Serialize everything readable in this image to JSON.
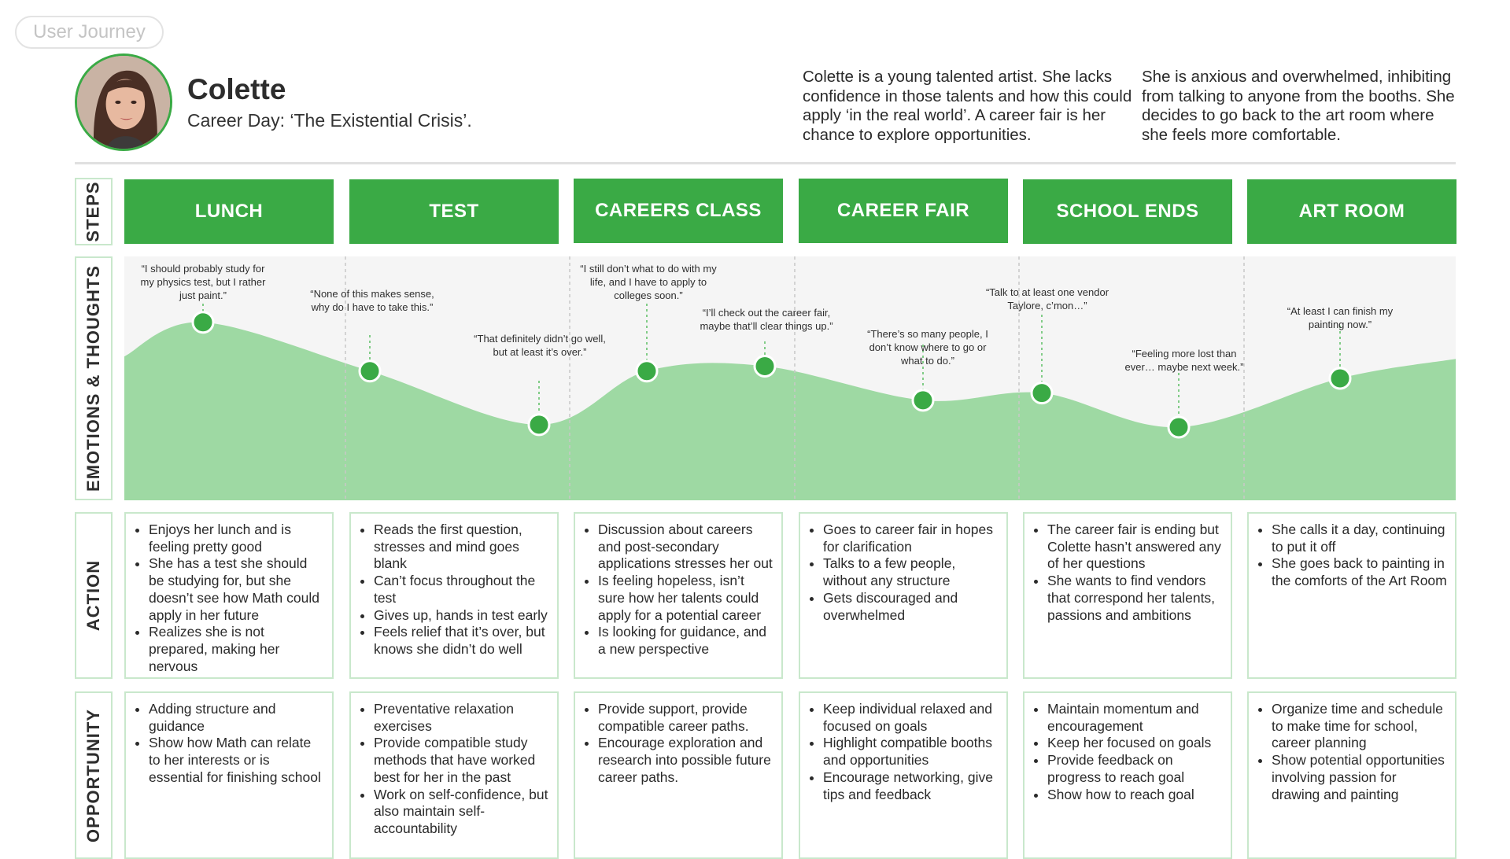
{
  "tag": "User Journey",
  "persona": {
    "name": "Colette",
    "subtitle": "Career Day: ‘The Existential Crisis’.",
    "intro_1": "Colette is a young talented artist. She lacks confidence in those talents and how this could apply ‘in the real world’. A career fair is her chance to explore opportunities.",
    "intro_2": "She is anxious and overwhelmed, inhibiting from talking to anyone from the booths. She decides to go back to the art room where she feels more comfortable."
  },
  "row_labels": {
    "steps": "STEPS",
    "emotions": "EMOTIONS & THOUGHTS",
    "action": "ACTION",
    "opportunity": "OPPORTUNITY"
  },
  "colors": {
    "accent": "#3aaa45",
    "curve_fill": "#9ed9a3",
    "border": "#c9e8cc",
    "panel": "#f5f5f5"
  },
  "steps": [
    "LUNCH",
    "TEST",
    "CAREERS CLASS",
    "CAREER FAIR",
    "SCHOOL ENDS",
    "ART ROOM"
  ],
  "emotion_points": [
    {
      "quote": "“I should probably study for my physics test, but I rather just paint.”",
      "level": 0.73
    },
    {
      "quote": "“None of this makes sense, why do I have to take this.”",
      "level": 0.53
    },
    {
      "quote": "“That definitely didn’t go well, but at least it’s over.”",
      "level": 0.31
    },
    {
      "quote": "“I still don’t what to do with my life, and I have to apply to colleges soon.”",
      "level": 0.53
    },
    {
      "quote": "“I’ll check out the career fair, maybe that’ll clear things up.”",
      "level": 0.55
    },
    {
      "quote": "“There’s so many people, I don’t know where to go or what to do.”",
      "level": 0.41
    },
    {
      "quote": "“Talk to at least one vendor Taylore, c’mon…”",
      "level": 0.44
    },
    {
      "quote": "“Feeling more lost than ever… maybe next week.”",
      "level": 0.3
    },
    {
      "quote": "“At least I can finish my painting now.”",
      "level": 0.5
    }
  ],
  "actions": [
    [
      "Enjoys her lunch and is feeling pretty good",
      "She has a test she should be studying for, but she doesn’t see how Math could apply in her future",
      "Realizes she is not prepared, making her nervous"
    ],
    [
      "Reads the first question, stresses and mind goes blank",
      "Can’t focus throughout the test",
      "Gives up, hands in test early",
      "Feels relief that it’s over, but knows she didn’t do well"
    ],
    [
      "Discussion about careers and post-secondary applications stresses her out",
      "Is feeling hopeless, isn’t sure how her talents could apply for a potential career",
      "Is looking for guidance, and a new perspective"
    ],
    [
      "Goes to career fair in hopes for clarification",
      "Talks to a few people, without any structure",
      "Gets discouraged and overwhelmed"
    ],
    [
      "The career fair is ending but Colette hasn’t answered any of her questions",
      "She wants to find vendors that correspond her talents, passions and ambitions"
    ],
    [
      "She calls it a day, continuing to put it off",
      "She goes back to painting in the comforts of the Art Room"
    ]
  ],
  "opportunities": [
    [
      "Adding structure and guidance",
      "Show how Math can relate to her interests or is essential for finishing school"
    ],
    [
      "Preventative relaxation exercises",
      "Provide compatible study methods that have worked best for her in the past",
      "Work on self-confidence, but also maintain self-accountability"
    ],
    [
      "Provide support, provide compatible career paths.",
      "Encourage exploration and research into possible future career paths."
    ],
    [
      "Keep individual relaxed and focused on goals",
      "Highlight compatible booths and opportunities",
      "Encourage networking, give tips and feedback"
    ],
    [
      "Maintain momentum and encouragement",
      "Keep her focused on goals",
      "Provide feedback on progress to reach goal",
      "Show how to reach goal"
    ],
    [
      "Organize time and schedule to make time for school, career planning",
      "Show potential opportunities involving passion for drawing and painting"
    ]
  ]
}
